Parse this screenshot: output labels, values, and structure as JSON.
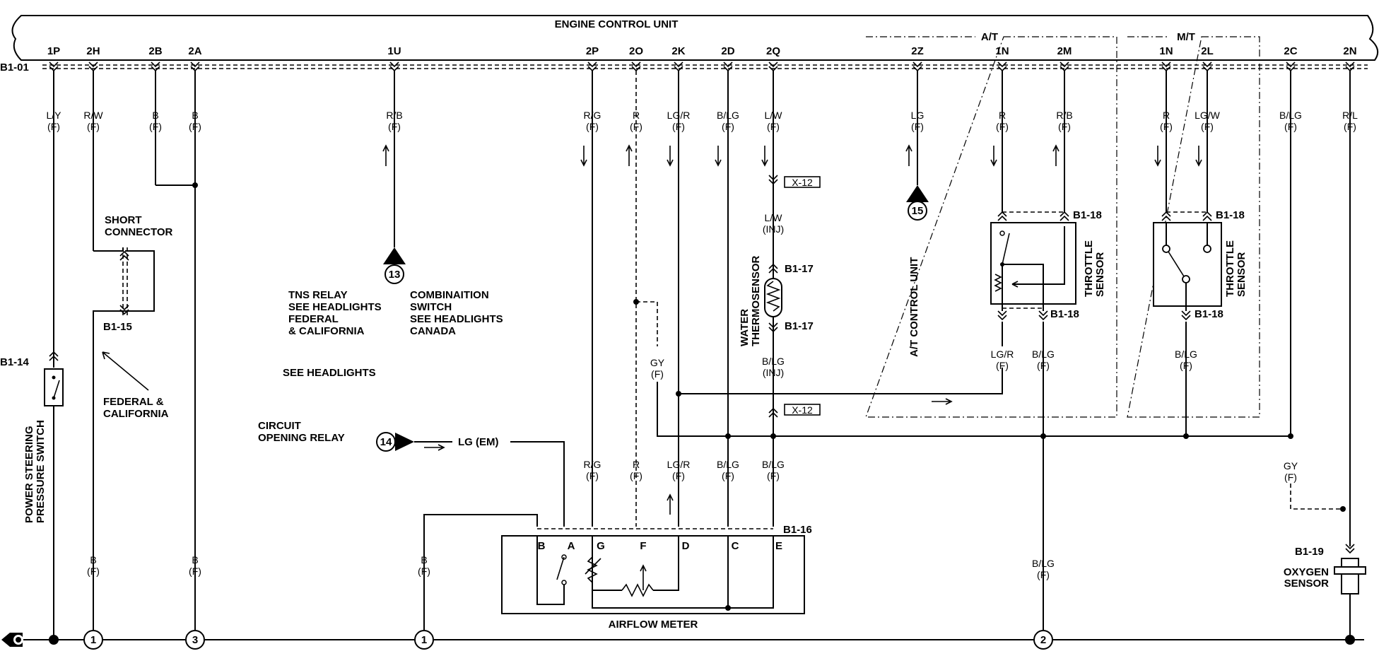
{
  "ecu": {
    "title": "ENGINE CONTROL UNIT",
    "connector": "B1-01",
    "pins": [
      "1P",
      "2H",
      "2B",
      "2A",
      "1U",
      "2P",
      "2O",
      "2K",
      "2D",
      "2Q",
      "2Z",
      "1N",
      "2M",
      "1N",
      "2L",
      "2C",
      "2N"
    ],
    "at_label": "A/T",
    "mt_label": "M/T"
  },
  "wire_colors": {
    "w1p": [
      "L/Y",
      "(F)"
    ],
    "w2h": [
      "R/W",
      "(F)"
    ],
    "w2b": [
      "B",
      "(F)"
    ],
    "w2a": [
      "B",
      "(F)"
    ],
    "w1u": [
      "R/B",
      "(F)"
    ],
    "w2p": [
      "R/G",
      "(F)"
    ],
    "w2o": [
      "R",
      "(F)"
    ],
    "w2k": [
      "LG/R",
      "(F)"
    ],
    "w2d": [
      "B/LG",
      "(F)"
    ],
    "w2q": [
      "L/W",
      "(F)"
    ],
    "w2z": [
      "LG",
      "(F)"
    ],
    "w1n_at": [
      "R",
      "(F)"
    ],
    "w2m": [
      "R/B",
      "(F)"
    ],
    "w1n_mt": [
      "R",
      "(F)"
    ],
    "w2l": [
      "LG/W",
      "(F)"
    ],
    "w2c": [
      "B/LG",
      "(F)"
    ],
    "w2n": [
      "R/L",
      "(F)"
    ]
  },
  "lower_wires": {
    "lw2h": [
      "B",
      "(F)"
    ],
    "lw2a": [
      "B",
      "(F)"
    ],
    "lwaf": [
      "B",
      "(F)"
    ],
    "lrg": [
      "R/G",
      "(F)"
    ],
    "lr": [
      "R",
      "(F)"
    ],
    "llgr": [
      "LG/R",
      "(F)"
    ],
    "lblg1": [
      "B/LG",
      "(F)"
    ],
    "lblg2": [
      "B/LG",
      "(F)"
    ],
    "ats_lgr": [
      "LG/R",
      "(F)"
    ],
    "ats_blg": [
      "B/LG",
      "(F)"
    ],
    "mts_blg": [
      "B/LG",
      "(F)"
    ],
    "gy1": [
      "GY",
      "(F)"
    ],
    "gy2": [
      "GY",
      "(F)"
    ],
    "blg_ground": [
      "B/LG",
      "(F)"
    ],
    "lw_inj": [
      "L/W",
      "(INJ)"
    ],
    "blg_inj": [
      "B/LG",
      "(INJ)"
    ]
  },
  "connectors": {
    "x12": "X-12",
    "b1_14": "B1-14",
    "b1_15": "B1-15",
    "b1_16": "B1-16",
    "b1_17": "B1-17",
    "b1_18": "B1-18",
    "b1_19": "B1-19"
  },
  "components": {
    "ps_switch": [
      "POWER STEERING",
      "PRESSURE SWITCH"
    ],
    "short_connector": [
      "SHORT",
      "CONNECTOR"
    ],
    "federal_note": [
      "FEDERAL &",
      "CALIFORNIA"
    ],
    "tns_relay": [
      "TNS RELAY",
      "SEE HEADLIGHTS",
      "FEDERAL",
      "& CALIFORNIA"
    ],
    "combination_switch": [
      "COMBINAITION",
      "SWITCH",
      "SEE HEADLIGHTS",
      "CANADA"
    ],
    "see_headlights": "SEE HEADLIGHTS",
    "circuit_opening_relay": [
      "CIRCUIT",
      "OPENING RELAY"
    ],
    "lg_em": "LG (EM)",
    "water_thermosensor": [
      "WATER",
      "THERMOSENSOR"
    ],
    "at_control_unit": "A/T CONTROL UNIT",
    "throttle_sensor": [
      "THROTTLE",
      "SENSOR"
    ],
    "airflow_meter": "AIRFLOW METER",
    "airflow_pins": [
      "B",
      "A",
      "G",
      "F",
      "D",
      "C",
      "E"
    ],
    "oxygen_sensor": [
      "OXYGEN",
      "SENSOR"
    ]
  },
  "refs": {
    "r13": "13",
    "r14": "14",
    "r15": "15"
  },
  "grounds": {
    "g1a": "1",
    "g3": "3",
    "g1b": "1",
    "g2": "2"
  }
}
